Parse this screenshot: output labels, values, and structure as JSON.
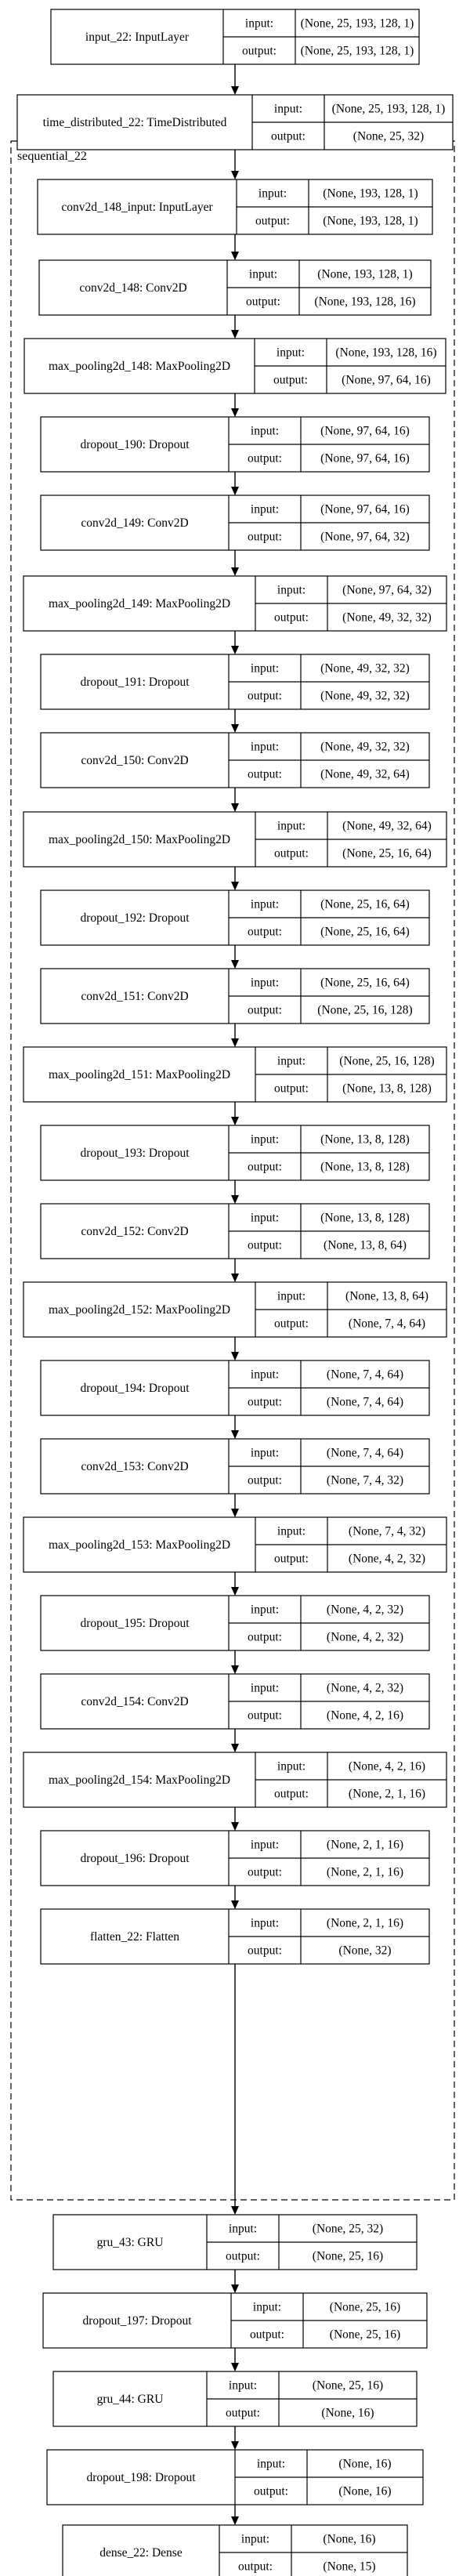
{
  "cluster": {
    "title": "sequential_22"
  },
  "nodes": [
    {
      "label": "input_22: InputLayer",
      "input": "(None, 25, 193, 128, 1)",
      "output": "(None, 25, 193, 128, 1)"
    },
    {
      "label": "time_distributed_22: TimeDistributed",
      "input": "(None, 25, 193, 128, 1)",
      "output": "(None, 25, 32)"
    },
    {
      "label": "conv2d_148_input: InputLayer",
      "input": "(None, 193, 128, 1)",
      "output": "(None, 193, 128, 1)"
    },
    {
      "label": "conv2d_148: Conv2D",
      "input": "(None, 193, 128, 1)",
      "output": "(None, 193, 128, 16)"
    },
    {
      "label": "max_pooling2d_148: MaxPooling2D",
      "input": "(None, 193, 128, 16)",
      "output": "(None, 97, 64, 16)"
    },
    {
      "label": "dropout_190: Dropout",
      "input": "(None, 97, 64, 16)",
      "output": "(None, 97, 64, 16)"
    },
    {
      "label": "conv2d_149: Conv2D",
      "input": "(None, 97, 64, 16)",
      "output": "(None, 97, 64, 32)"
    },
    {
      "label": "max_pooling2d_149: MaxPooling2D",
      "input": "(None, 97, 64, 32)",
      "output": "(None, 49, 32, 32)"
    },
    {
      "label": "dropout_191: Dropout",
      "input": "(None, 49, 32, 32)",
      "output": "(None, 49, 32, 32)"
    },
    {
      "label": "conv2d_150: Conv2D",
      "input": "(None, 49, 32, 32)",
      "output": "(None, 49, 32, 64)"
    },
    {
      "label": "max_pooling2d_150: MaxPooling2D",
      "input": "(None, 49, 32, 64)",
      "output": "(None, 25, 16, 64)"
    },
    {
      "label": "dropout_192: Dropout",
      "input": "(None, 25, 16, 64)",
      "output": "(None, 25, 16, 64)"
    },
    {
      "label": "conv2d_151: Conv2D",
      "input": "(None, 25, 16, 64)",
      "output": "(None, 25, 16, 128)"
    },
    {
      "label": "max_pooling2d_151: MaxPooling2D",
      "input": "(None, 25, 16, 128)",
      "output": "(None, 13, 8, 128)"
    },
    {
      "label": "dropout_193: Dropout",
      "input": "(None, 13, 8, 128)",
      "output": "(None, 13, 8, 128)"
    },
    {
      "label": "conv2d_152: Conv2D",
      "input": "(None, 13, 8, 128)",
      "output": "(None, 13, 8, 64)"
    },
    {
      "label": "max_pooling2d_152: MaxPooling2D",
      "input": "(None, 13, 8, 64)",
      "output": "(None, 7, 4, 64)"
    },
    {
      "label": "dropout_194: Dropout",
      "input": "(None, 7, 4, 64)",
      "output": "(None, 7, 4, 64)"
    },
    {
      "label": "conv2d_153: Conv2D",
      "input": "(None, 7, 4, 64)",
      "output": "(None, 7, 4, 32)"
    },
    {
      "label": "max_pooling2d_153: MaxPooling2D",
      "input": "(None, 7, 4, 32)",
      "output": "(None, 4, 2, 32)"
    },
    {
      "label": "dropout_195: Dropout",
      "input": "(None, 4, 2, 32)",
      "output": "(None, 4, 2, 32)"
    },
    {
      "label": "conv2d_154: Conv2D",
      "input": "(None, 4, 2, 32)",
      "output": "(None, 4, 2, 16)"
    },
    {
      "label": "max_pooling2d_154: MaxPooling2D",
      "input": "(None, 4, 2, 16)",
      "output": "(None, 2, 1, 16)"
    },
    {
      "label": "dropout_196: Dropout",
      "input": "(None, 2, 1, 16)",
      "output": "(None, 2, 1, 16)"
    },
    {
      "label": "flatten_22: Flatten",
      "input": "(None, 2, 1, 16)",
      "output": "(None, 32)"
    },
    {
      "label": "gru_43: GRU",
      "input": "(None, 25, 32)",
      "output": "(None, 25, 16)"
    },
    {
      "label": "dropout_197: Dropout",
      "input": "(None, 25, 16)",
      "output": "(None, 25, 16)"
    },
    {
      "label": "gru_44: GRU",
      "input": "(None, 25, 16)",
      "output": "(None, 16)"
    },
    {
      "label": "dropout_198: Dropout",
      "input": "(None, 16)",
      "output": "(None, 16)"
    },
    {
      "label": "dense_22: Dense",
      "input": "(None, 16)",
      "output": "(None, 15)"
    }
  ],
  "io_labels": {
    "input": "input:",
    "output": "output:"
  }
}
